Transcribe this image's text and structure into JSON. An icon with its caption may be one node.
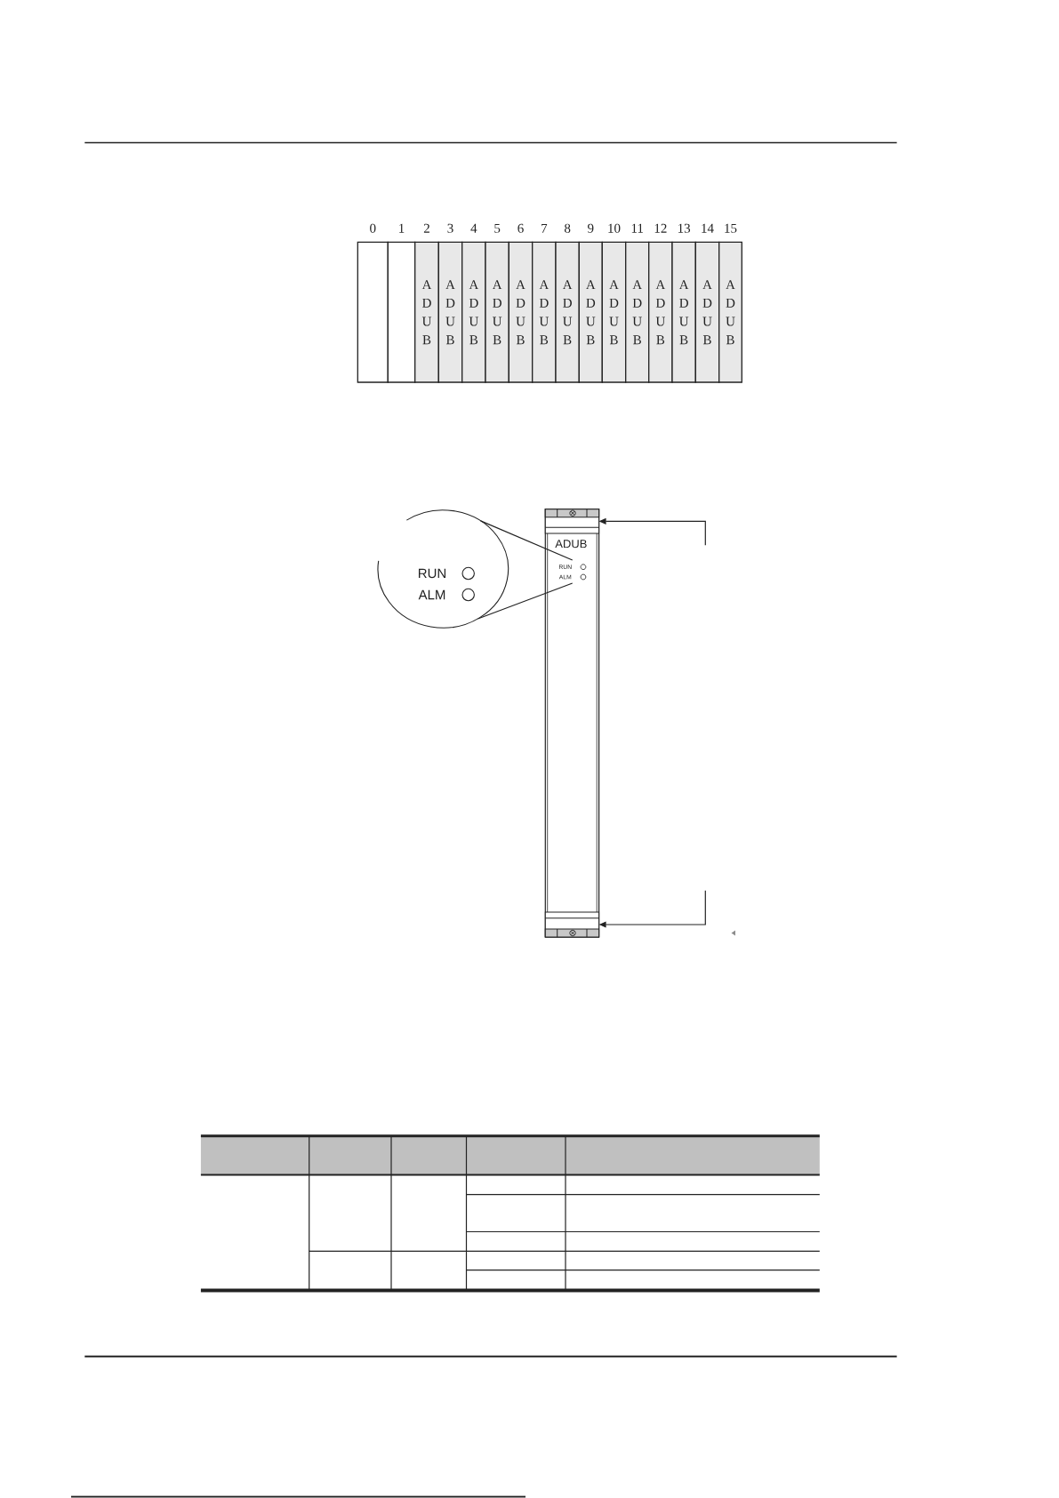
{
  "diagram": {
    "nodes": [
      {
        "text": [],
        "shape": "box",
        "beside": [
          "0"
        ]
      },
      {
        "text": [],
        "shape": "box",
        "beside": [
          "1"
        ]
      },
      {
        "text": [
          "A D U B"
        ],
        "beside": [
          "2"
        ]
      },
      {
        "text": [
          "A D U B"
        ],
        "beside": [
          "3"
        ]
      },
      {
        "text": [
          "A D U B"
        ],
        "beside": [
          "4"
        ]
      },
      {
        "text": [
          "A D U B"
        ],
        "beside": [
          "5"
        ]
      },
      {
        "text": [
          "A D U B"
        ],
        "beside": [
          "6"
        ]
      },
      {
        "text": [
          "A D U B"
        ],
        "beside": [
          "7"
        ]
      },
      {
        "text": [
          "A D U B"
        ],
        "beside": [
          "8"
        ]
      },
      {
        "text": [
          "A D U B"
        ],
        "beside": [
          "9"
        ]
      },
      {
        "text": [
          "A D U B"
        ],
        "beside": [
          "10"
        ]
      },
      {
        "text": [
          "A D U B"
        ],
        "beside": [
          "11"
        ]
      },
      {
        "text": [
          "A D U B"
        ],
        "beside": [
          "12"
        ]
      },
      {
        "text": [
          "A D U B"
        ],
        "beside": [
          "13"
        ]
      },
      {
        "text": [
          "A D U B"
        ],
        "beside": [
          "14"
        ]
      },
      {
        "text": [
          "A D U B"
        ],
        "beside": [
          "15"
        ]
      },
      {
        "text": [
          "RUN",
          "ALM"
        ]
      },
      {
        "text": [
          "ADUB"
        ]
      },
      {
        "text": [],
        "shape": "box",
        "in": 17
      },
      {
        "text": [
          "RUN",
          "ALM"
        ],
        "in": 17
      },
      {
        "text": [],
        "shape": "box",
        "in": 17
      }
    ],
    "edges": [
      {
        "from": 16,
        "to": 19,
        "arrow": "none"
      },
      {
        "from": 16,
        "to": 19,
        "arrow": "none"
      },
      {
        "from": null,
        "to": 18,
        "arrow": "to"
      },
      {
        "from": null,
        "to": 20,
        "arrow": "to"
      }
    ]
  }
}
